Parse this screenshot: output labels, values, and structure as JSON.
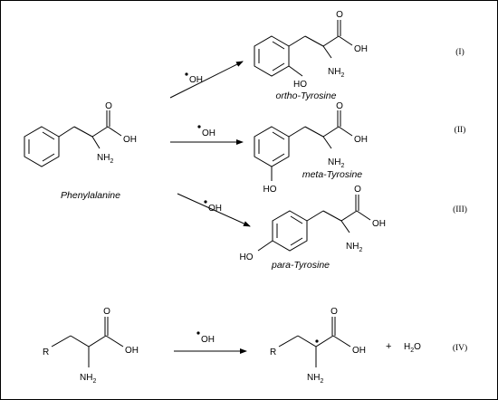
{
  "compounds": {
    "phenylalanine": "Phenylalanine",
    "ortho": "ortho-Tyrosine",
    "meta": "meta-Tyrosine",
    "para": "para-Tyrosine"
  },
  "labels": {
    "reagent": "OH",
    "oh": "OH",
    "ho": "HO",
    "o": "O",
    "nh": "NH",
    "sub2": "2",
    "r": "R",
    "plus": "+",
    "h": "H",
    "o_water": "O"
  },
  "reactions": {
    "r1": "(I)",
    "r2": "(II)",
    "r3": "(III)",
    "r4": "(IV)"
  }
}
